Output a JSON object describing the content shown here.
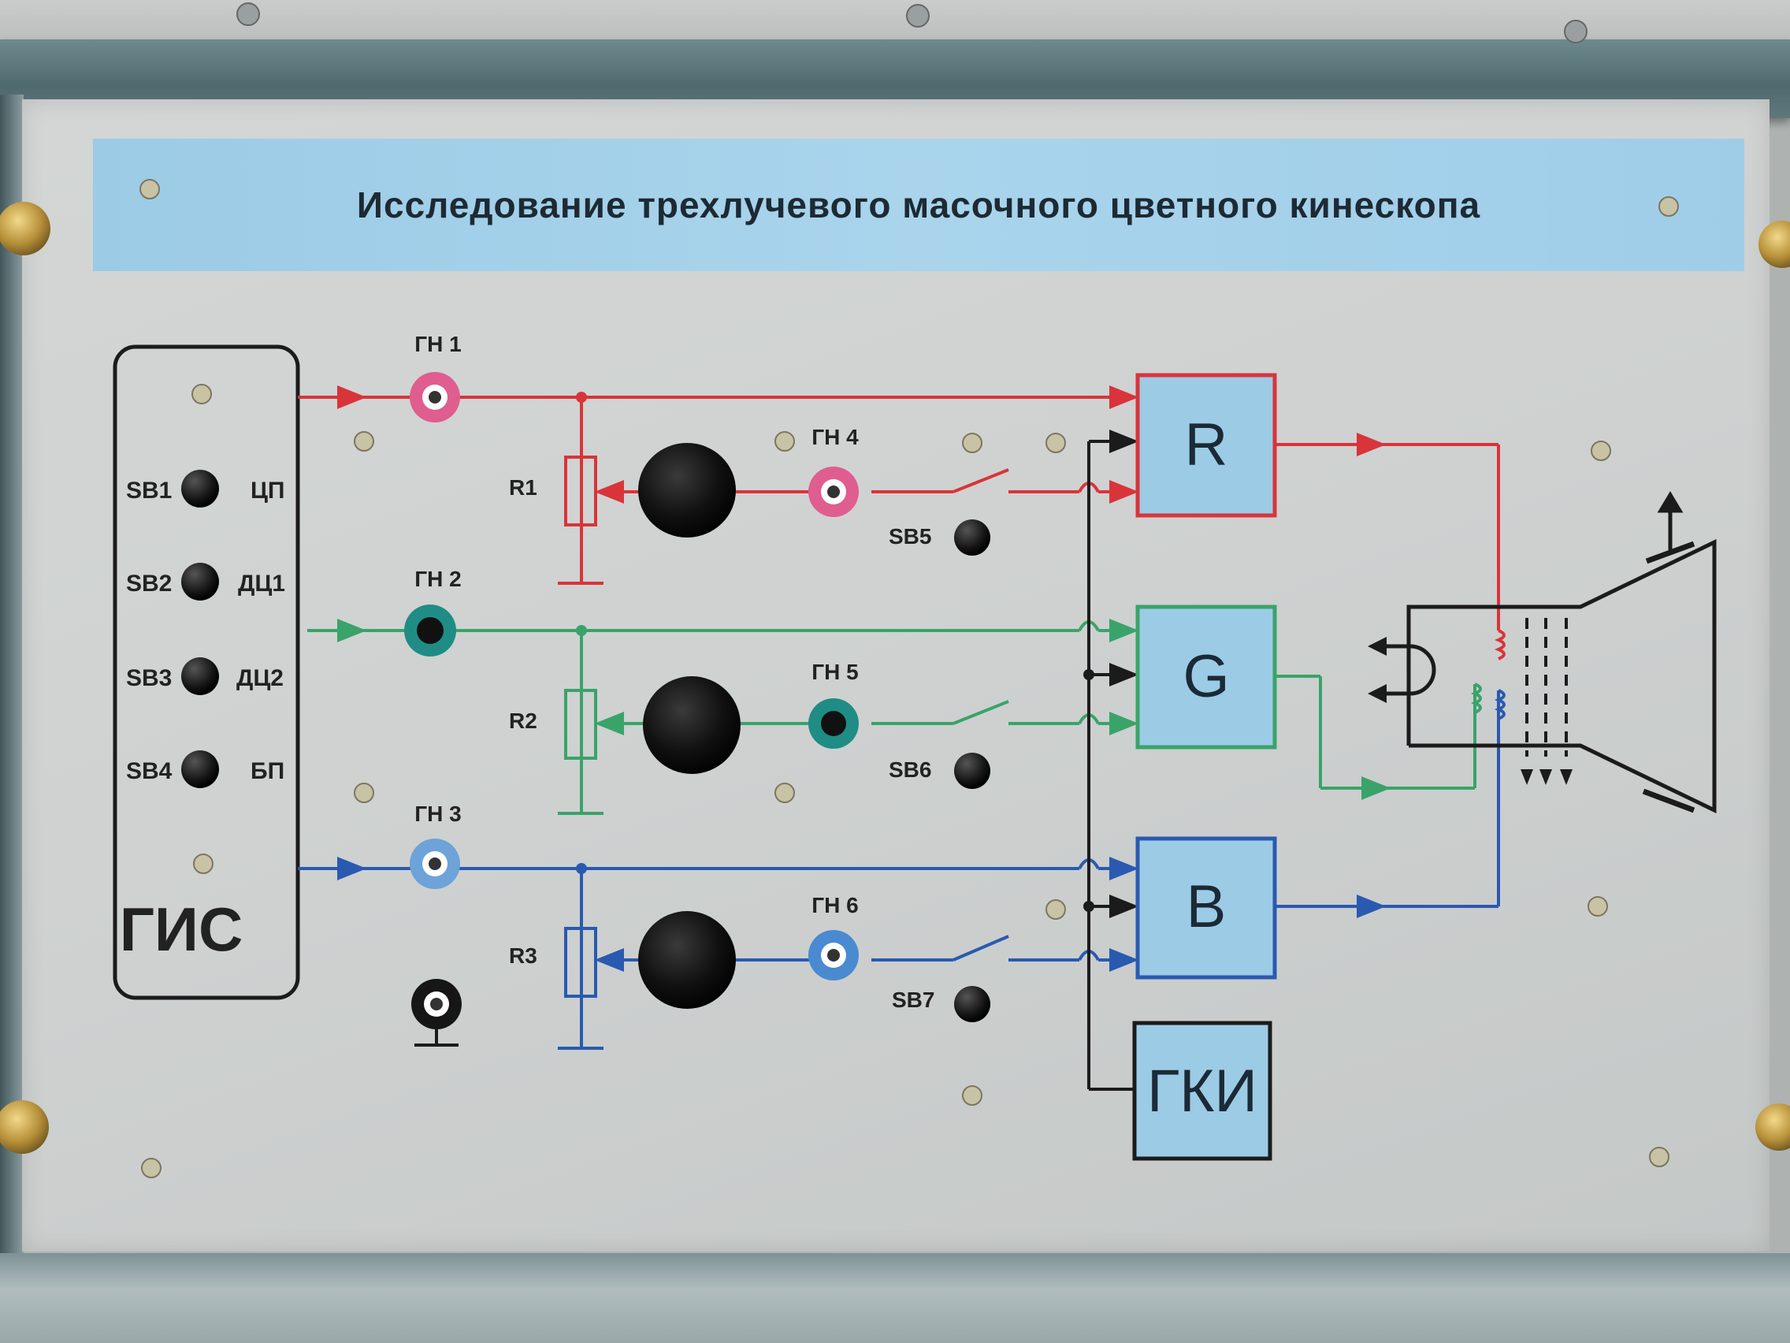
{
  "title": "Исследование трехлучевого масочного цветного кинескопа",
  "generator": {
    "label": "ГИС",
    "buttons": [
      {
        "id": "SB1",
        "name": "ЦП"
      },
      {
        "id": "SB2",
        "name": "ДЦ1"
      },
      {
        "id": "SB3",
        "name": "ДЦ2"
      },
      {
        "id": "SB4",
        "name": "БП"
      }
    ]
  },
  "jacks": {
    "gn1": "ГН 1",
    "gn2": "ГН 2",
    "gn3": "ГН 3",
    "gn4": "ГН 4",
    "gn5": "ГН 5",
    "gn6": "ГН 6"
  },
  "resistors": {
    "r1": "R1",
    "r2": "R2",
    "r3": "R3"
  },
  "switches": {
    "sb5": "SB5",
    "sb6": "SB6",
    "sb7": "SB7"
  },
  "amplifiers": {
    "r": "R",
    "g": "G",
    "b": "B"
  },
  "pulse_generator": "ГКИ",
  "colors": {
    "red_channel": "#d9343a",
    "green_channel": "#3aa36a",
    "blue_channel": "#2a5ab0",
    "block_fill": "#9ccbe6",
    "block_border_red": "#d9343a",
    "block_border_green": "#3aa36a",
    "block_border_blue": "#2a5ab0"
  }
}
